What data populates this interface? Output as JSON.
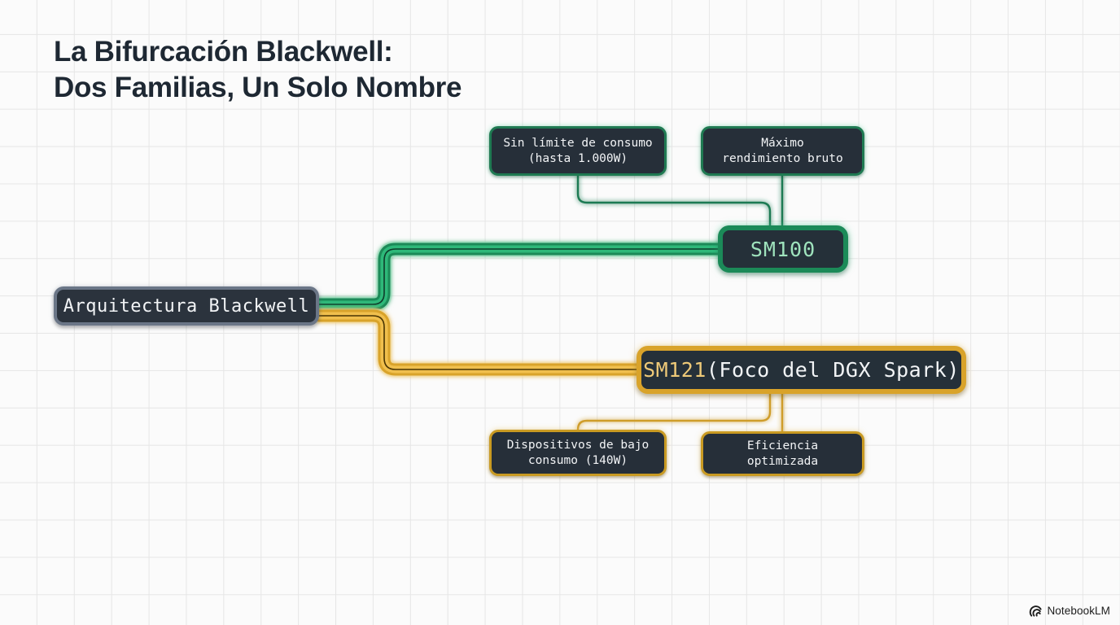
{
  "title": "La Bifurcación Blackwell:\nDos Familias, Un Solo Nombre",
  "colors": {
    "background": "#fbfbfb",
    "grid_line": "#e6e6e6",
    "title_text": "#1e2833",
    "node_fill": "#262f39",
    "green_accent": "#1b8a58",
    "green_text": "#9fe3bd",
    "amber_accent": "#d9a32a",
    "amber_text": "#eec978",
    "root_border": "#6b7687",
    "node_text": "#f2f4f6"
  },
  "diagram": {
    "type": "tree",
    "root": {
      "id": "root",
      "label": "Arquitectura Blackwell"
    },
    "branches": [
      {
        "id": "sm100",
        "label": "SM100",
        "accent": "green",
        "children": [
          {
            "id": "sm100-child-1",
            "label": "Sin límite de consumo\n(hasta 1.000W)"
          },
          {
            "id": "sm100-child-2",
            "label": "Máximo\nrendimiento bruto"
          }
        ]
      },
      {
        "id": "sm121",
        "label_primary": "SM121",
        "label_secondary": " (Foco del DGX Spark)",
        "accent": "amber",
        "children": [
          {
            "id": "sm121-child-1",
            "label": "Dispositivos de bajo\nconsumo (140W)"
          },
          {
            "id": "sm121-child-2",
            "label": "Eficiencia\noptimizada"
          }
        ]
      }
    ]
  },
  "watermark": {
    "label": "NotebookLM",
    "icon": "notebooklm-spiral-icon"
  }
}
